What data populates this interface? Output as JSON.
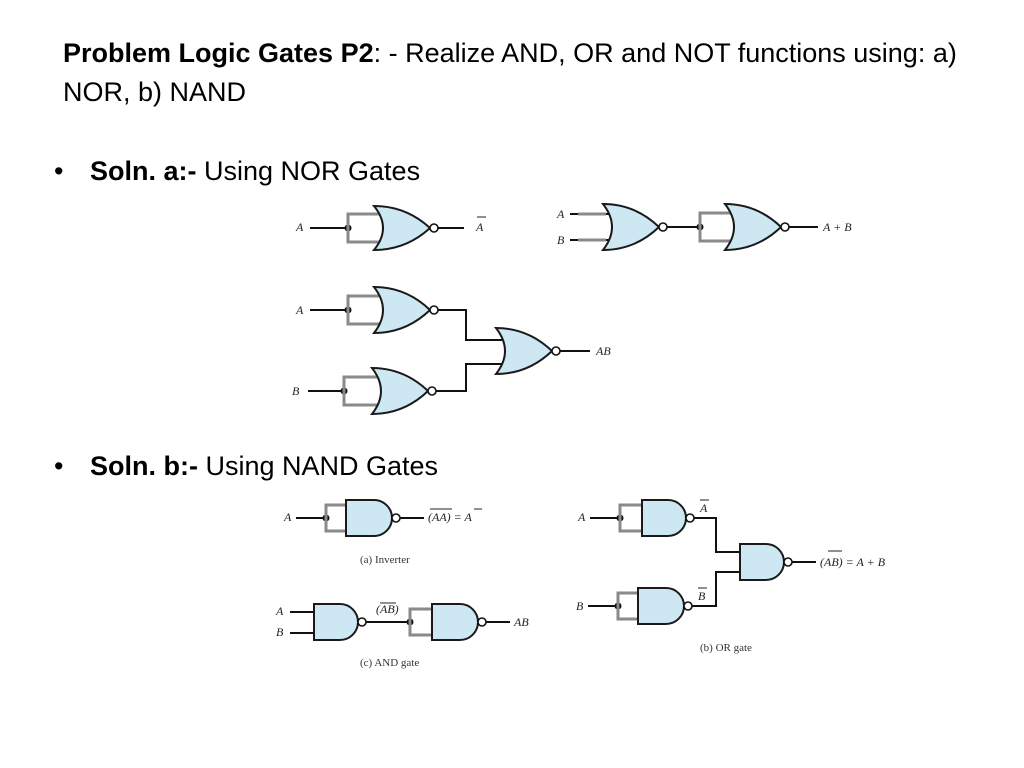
{
  "title": {
    "bold": "Problem Logic Gates P2",
    "rest": ": - Realize AND, OR and NOT functions using: a) NOR, b) NAND"
  },
  "bullets": [
    {
      "marker": "•",
      "bold": "Soln. a:-",
      "text": " Using NOR Gates"
    },
    {
      "marker": "•",
      "bold": "Soln. b:-",
      "text": " Using NAND Gates"
    }
  ],
  "nor_diagrams": {
    "not_gate": {
      "input": "A",
      "output": "A"
    },
    "or_gate": {
      "inputs": [
        "A",
        "B"
      ],
      "output": "A + B"
    },
    "and_gate": {
      "inputs": [
        "A",
        "B"
      ],
      "output": "AB"
    }
  },
  "nand_diagrams": {
    "inverter": {
      "input": "A",
      "output": "(AA) = A",
      "caption": "(a) Inverter"
    },
    "and_gate": {
      "inputs": [
        "A",
        "B"
      ],
      "middle": "(AB)",
      "output": "AB",
      "caption": "(c) AND gate"
    },
    "or_gate": {
      "inputs": [
        "A",
        "B"
      ],
      "inverted_inputs": [
        "A",
        "B"
      ],
      "output": "(AB) = A + B",
      "caption": "(b) OR gate"
    }
  }
}
